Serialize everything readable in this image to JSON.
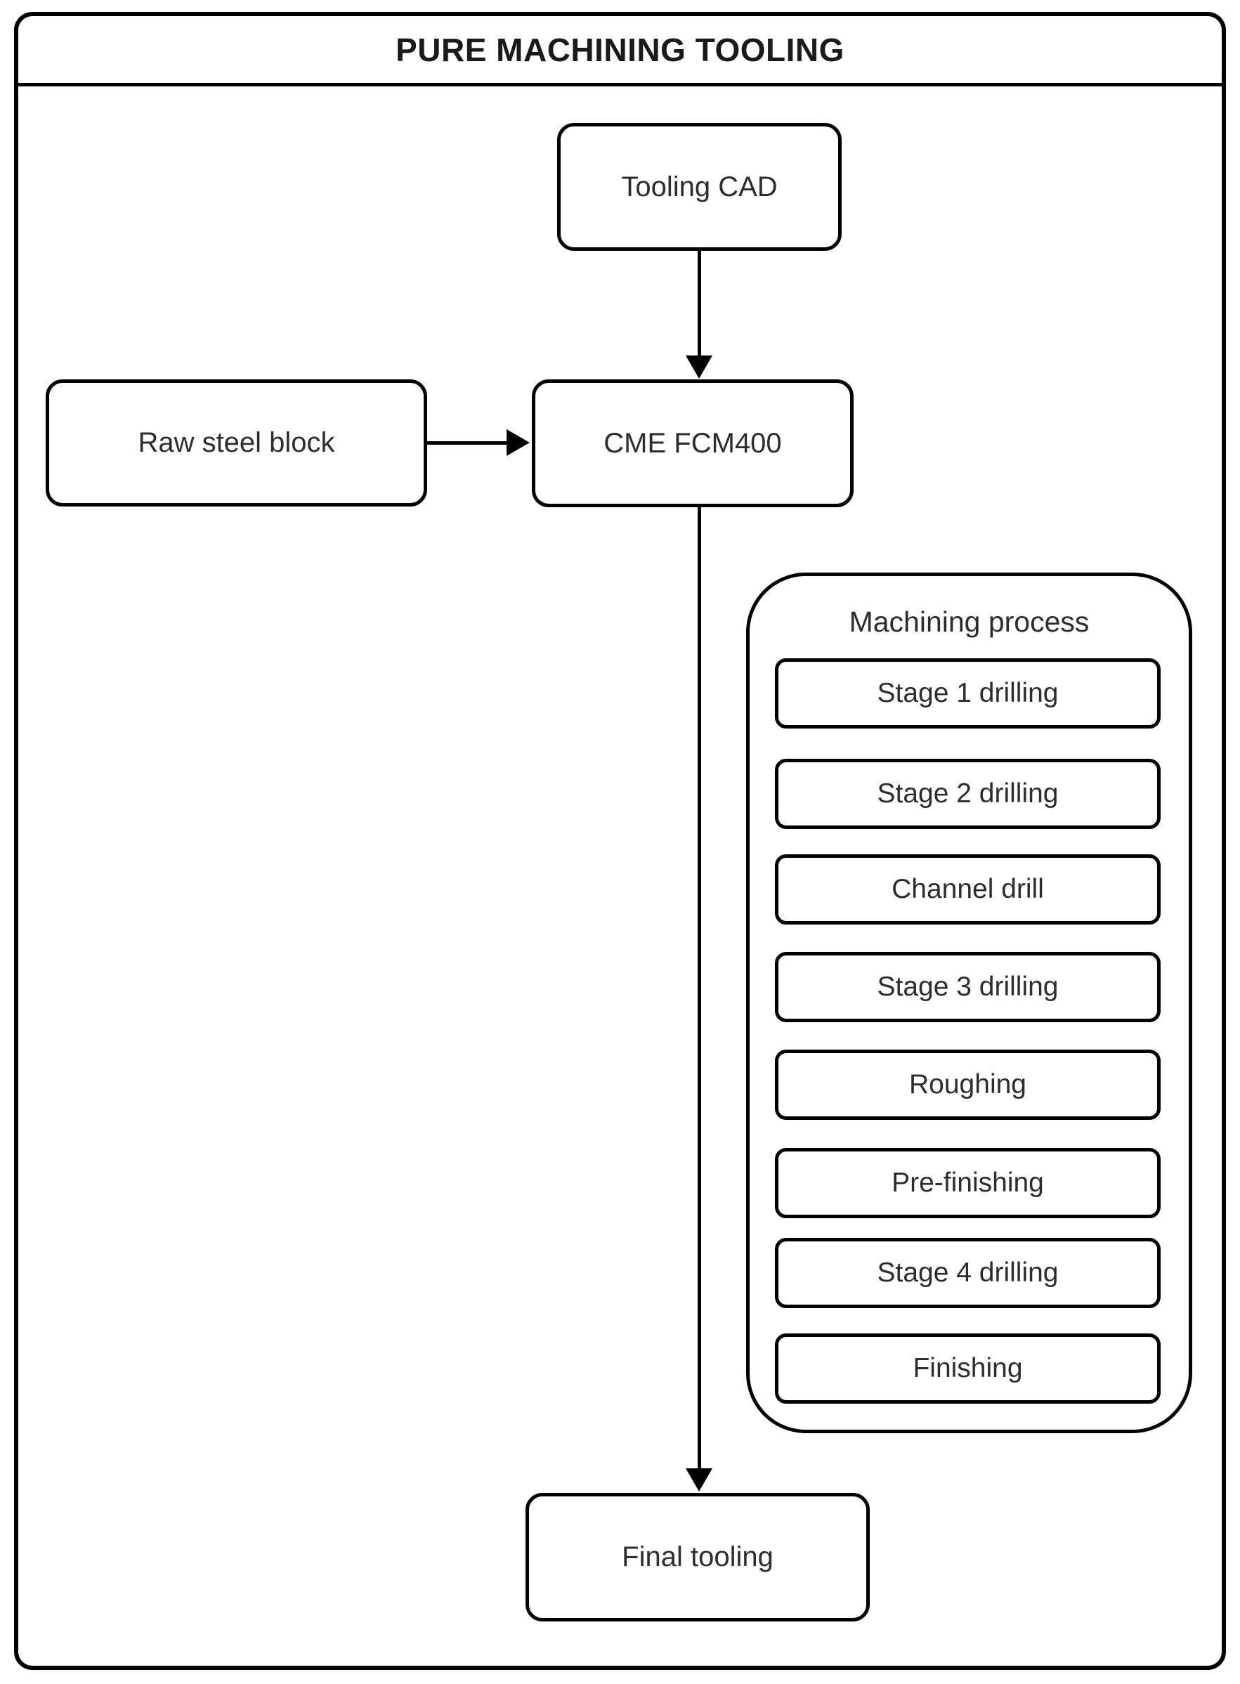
{
  "title": "PURE MACHINING TOOLING",
  "colors": {
    "background": "#ffffff",
    "line": "#000000",
    "text": "#2d2d2d"
  },
  "nodes": {
    "tooling_cad": {
      "label": "Tooling CAD"
    },
    "raw_steel": {
      "label": "Raw steel block"
    },
    "cme": {
      "label": "CME FCM400"
    },
    "final": {
      "label": "Final tooling"
    }
  },
  "machining": {
    "label": "Machining process",
    "stages": [
      "Stage 1 drilling",
      "Stage 2 drilling",
      "Channel drill",
      "Stage 3 drilling",
      "Roughing",
      "Pre-finishing",
      "Stage 4 drilling",
      "Finishing"
    ]
  },
  "connections": [
    {
      "from": "Tooling CAD",
      "to": "CME FCM400",
      "direction": "down"
    },
    {
      "from": "Raw steel block",
      "to": "CME FCM400",
      "direction": "right"
    },
    {
      "from": "CME FCM400",
      "to": "Final tooling",
      "direction": "down"
    }
  ]
}
